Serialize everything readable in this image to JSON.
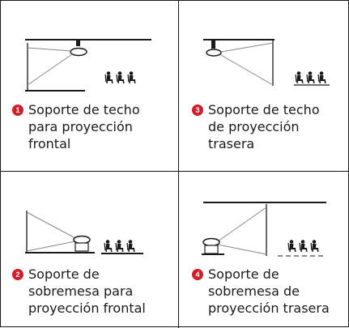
{
  "panels": [
    {
      "number": "1",
      "label": "Soporte de techo\npara proyección\nfrontal"
    },
    {
      "number": "3",
      "label": "Soporte de techo\nde proyección\ntrasera"
    },
    {
      "number": "2",
      "label": "Soporte de\nsobremesa para\nproyección frontal"
    },
    {
      "number": "4",
      "label": "Soporte de\nsobremesa de\nproyección trasera"
    }
  ],
  "colors": {
    "badge": "#d01f2a",
    "line": "#1a1a1a"
  }
}
